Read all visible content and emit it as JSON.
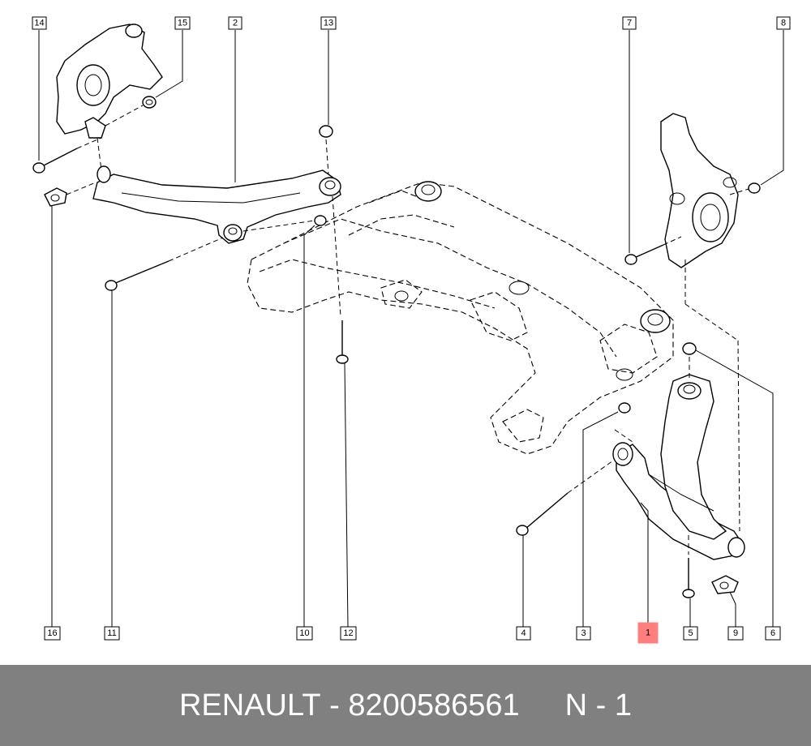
{
  "callouts": [
    {
      "id": "14",
      "label": "14"
    },
    {
      "id": "15",
      "label": "15"
    },
    {
      "id": "2",
      "label": "2"
    },
    {
      "id": "13",
      "label": "13"
    },
    {
      "id": "7",
      "label": "7"
    },
    {
      "id": "8",
      "label": "8"
    },
    {
      "id": "16",
      "label": "16"
    },
    {
      "id": "11",
      "label": "11"
    },
    {
      "id": "10",
      "label": "10"
    },
    {
      "id": "12",
      "label": "12"
    },
    {
      "id": "4",
      "label": "4"
    },
    {
      "id": "3",
      "label": "3"
    },
    {
      "id": "1",
      "label": "1",
      "highlighted": true
    },
    {
      "id": "5",
      "label": "5"
    },
    {
      "id": "9",
      "label": "9"
    },
    {
      "id": "6",
      "label": "6"
    }
  ],
  "highlight_color": "#ff7f7f",
  "footer": {
    "brand": "RENAULT",
    "dash": "-",
    "part_number": "8200586561",
    "position": "N - 1",
    "background": "#808080"
  }
}
